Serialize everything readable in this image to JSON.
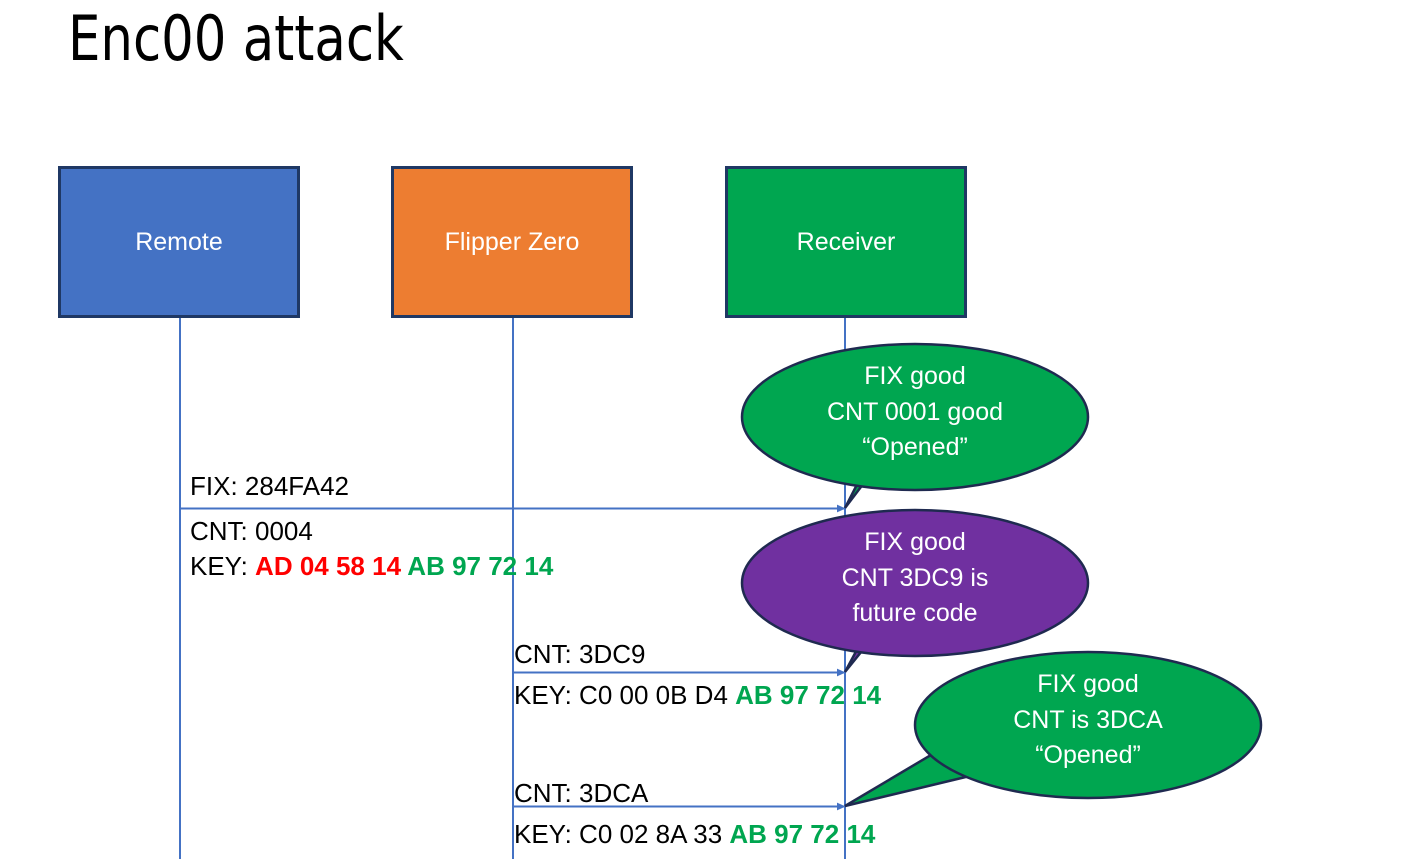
{
  "slide": {
    "title": "Enc00 attack",
    "background": "#FFFFFF"
  },
  "colors": {
    "remote_fill": "#4472C4",
    "flipper_fill": "#ED7D31",
    "receiver_fill": "#00A650",
    "box_border": "#1F3864",
    "lifeline": "#4472C4",
    "arrow": "#4472C4",
    "bubble_green": "#00A650",
    "bubble_purple": "#7030A0",
    "bubble_border": "#1F2A50",
    "hex_red": "#FF0000",
    "hex_green": "#00A650",
    "hex_black": "#000000",
    "text_white": "#FFFFFF"
  },
  "actors": [
    {
      "id": "remote",
      "label": "Remote",
      "fill": "#4472C4"
    },
    {
      "id": "flipper",
      "label": "Flipper Zero",
      "fill": "#ED7D31"
    },
    {
      "id": "receiver",
      "label": "Receiver",
      "fill": "#00A650"
    }
  ],
  "messages": [
    {
      "id": "msg-1",
      "from": "remote",
      "to": "receiver",
      "lines": [
        {
          "text": "FIX: 284FA42",
          "segments": [
            {
              "text": "FIX: 284FA42",
              "color": "black"
            }
          ]
        },
        {
          "text": "CNT: 0004",
          "segments": [
            {
              "text": "CNT: 0004",
              "color": "black"
            }
          ]
        },
        {
          "text": "KEY: AD 04 58 14 AB 97 72 14",
          "segments": [
            {
              "text": "KEY: ",
              "color": "black"
            },
            {
              "text": "AD 04 58 14 ",
              "color": "red"
            },
            {
              "text": "AB 97 72 14",
              "color": "green"
            }
          ]
        }
      ]
    },
    {
      "id": "msg-2",
      "from": "flipper",
      "to": "receiver",
      "lines": [
        {
          "text": "CNT: 3DC9",
          "segments": [
            {
              "text": "CNT: 3DC9",
              "color": "black"
            }
          ]
        },
        {
          "text": "KEY: C0 00 0B D4 AB 97 72 14",
          "segments": [
            {
              "text": "KEY: C0 00 0B D4 ",
              "color": "black"
            },
            {
              "text": "AB 97 72 14",
              "color": "green"
            }
          ]
        }
      ]
    },
    {
      "id": "msg-3",
      "from": "flipper",
      "to": "receiver",
      "lines": [
        {
          "text": "CNT: 3DCA",
          "segments": [
            {
              "text": "CNT: 3DCA",
              "color": "black"
            }
          ]
        },
        {
          "text": "KEY: C0 02 8A 33 AB 97 72 14",
          "segments": [
            {
              "text": "KEY: C0 02 8A 33 ",
              "color": "black"
            },
            {
              "text": "AB 97 72 14",
              "color": "green"
            }
          ]
        }
      ]
    }
  ],
  "callouts": [
    {
      "id": "callout-1",
      "fill": "#00A650",
      "lines": [
        "FIX good",
        "CNT 0001 good",
        "“Opened”"
      ]
    },
    {
      "id": "callout-2",
      "fill": "#7030A0",
      "lines": [
        "FIX good",
        "CNT 3DC9 is",
        "future code"
      ]
    },
    {
      "id": "callout-3",
      "fill": "#00A650",
      "lines": [
        "FIX good",
        "CNT is 3DCA",
        "“Opened”"
      ]
    }
  ]
}
